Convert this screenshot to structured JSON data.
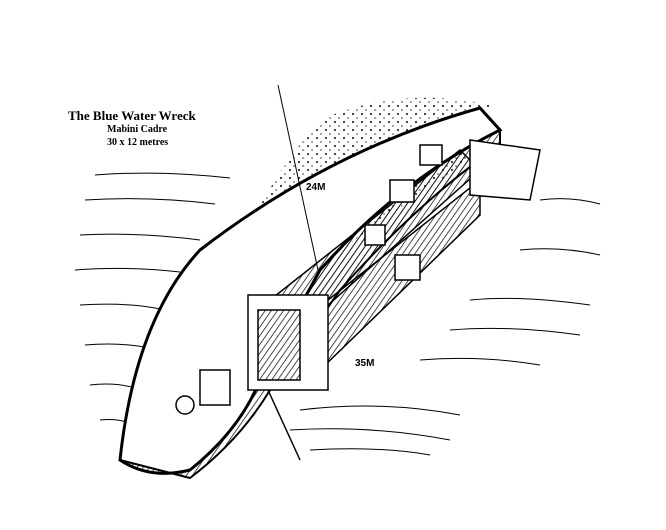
{
  "heading": {
    "title": "The Blue Water Wreck",
    "subtitle": "Mabini Cadre",
    "dimensions": "30 x 12 metres"
  },
  "depth_labels": [
    "24M",
    "35M"
  ],
  "colors": {
    "ink": "#000000",
    "paper": "#ffffff"
  }
}
